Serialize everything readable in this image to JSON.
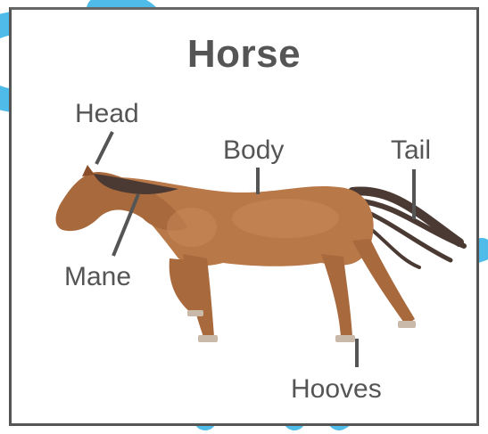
{
  "diagram": {
    "title": "Horse",
    "labels": {
      "head": "Head",
      "body": "Body",
      "tail": "Tail",
      "mane": "Mane",
      "hooves": "Hooves"
    }
  },
  "colors": {
    "text": "#555555",
    "pointer": "#555555",
    "coat": "#b97848",
    "coat_dark": "#8a4f2a",
    "mane": "#4a3a33",
    "watermark": "#3cb4e6"
  }
}
